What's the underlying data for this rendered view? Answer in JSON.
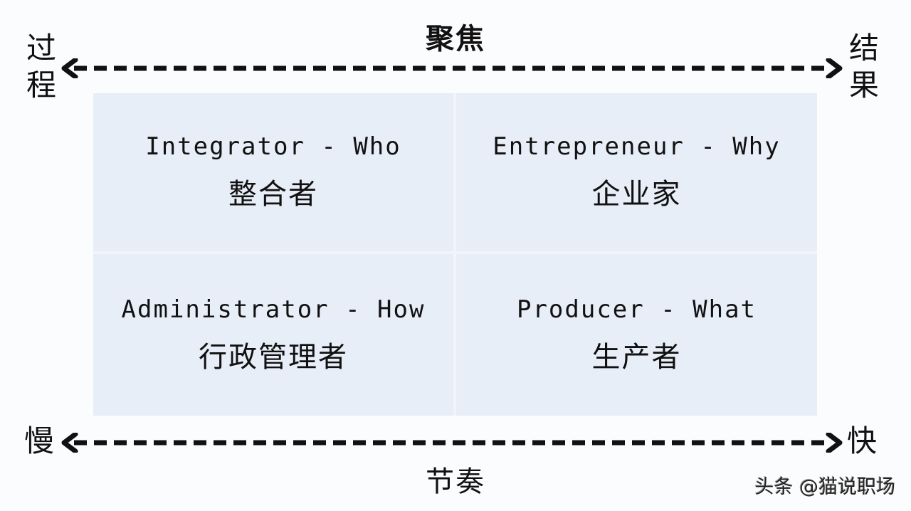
{
  "top_axis": {
    "title": "聚焦",
    "left_label": [
      "过",
      "程"
    ],
    "right_label": [
      "结",
      "果"
    ]
  },
  "bottom_axis": {
    "title": "节奏",
    "left_label": "慢",
    "right_label": "快"
  },
  "quadrants": [
    {
      "position": "top-left",
      "english": "Integrator - Who",
      "chinese": "整合者"
    },
    {
      "position": "top-right",
      "english": "Entrepreneur - Why",
      "chinese": "企业家"
    },
    {
      "position": "bottom-left",
      "english": "Administrator - How",
      "chinese": "行政管理者"
    },
    {
      "position": "bottom-right",
      "english": "Producer - What",
      "chinese": "生产者"
    }
  ],
  "watermark": "头条 @猫说职场",
  "colors": {
    "background": "#fbfcfe",
    "quadrant_fill": "#e8eef8",
    "text": "#111111",
    "arrow": "#111111"
  }
}
